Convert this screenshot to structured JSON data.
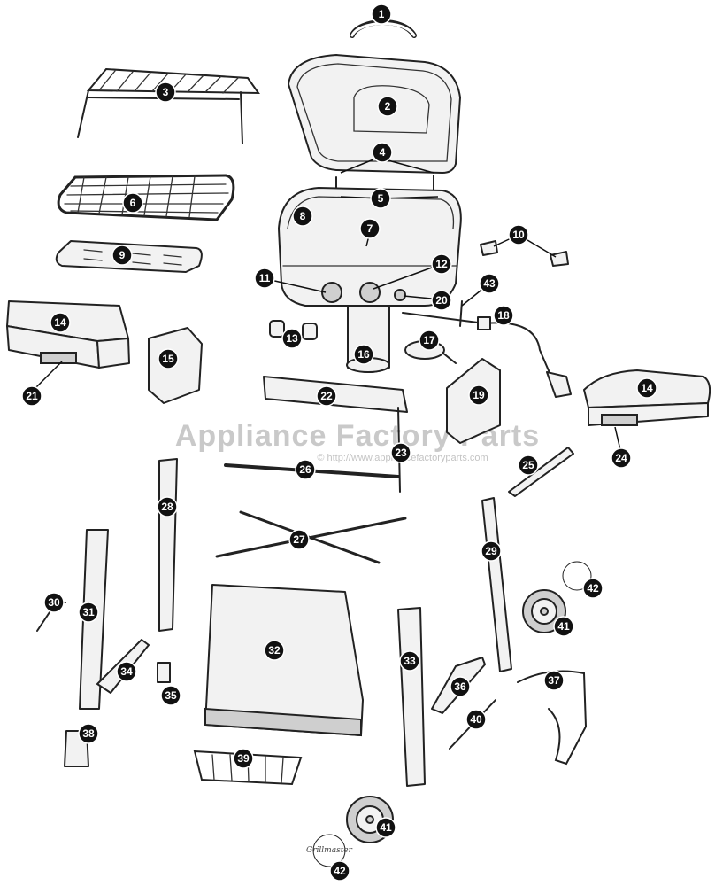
{
  "watermark": {
    "title": "Appliance Factory Parts",
    "url": "© http://www.appliancefactoryparts.com"
  },
  "callouts": [
    "1",
    "2",
    "3",
    "4",
    "5",
    "6",
    "7",
    "8",
    "9",
    "10",
    "11",
    "12",
    "13",
    "14",
    "15",
    "16",
    "17",
    "18",
    "19",
    "20",
    "21",
    "22",
    "23",
    "24",
    "25",
    "26",
    "27",
    "28",
    "29",
    "30",
    "31",
    "32",
    "33",
    "34",
    "35",
    "36",
    "37",
    "38",
    "39",
    "40",
    "41",
    "42",
    "43"
  ],
  "wheel_cap_text": "Grillmaster"
}
